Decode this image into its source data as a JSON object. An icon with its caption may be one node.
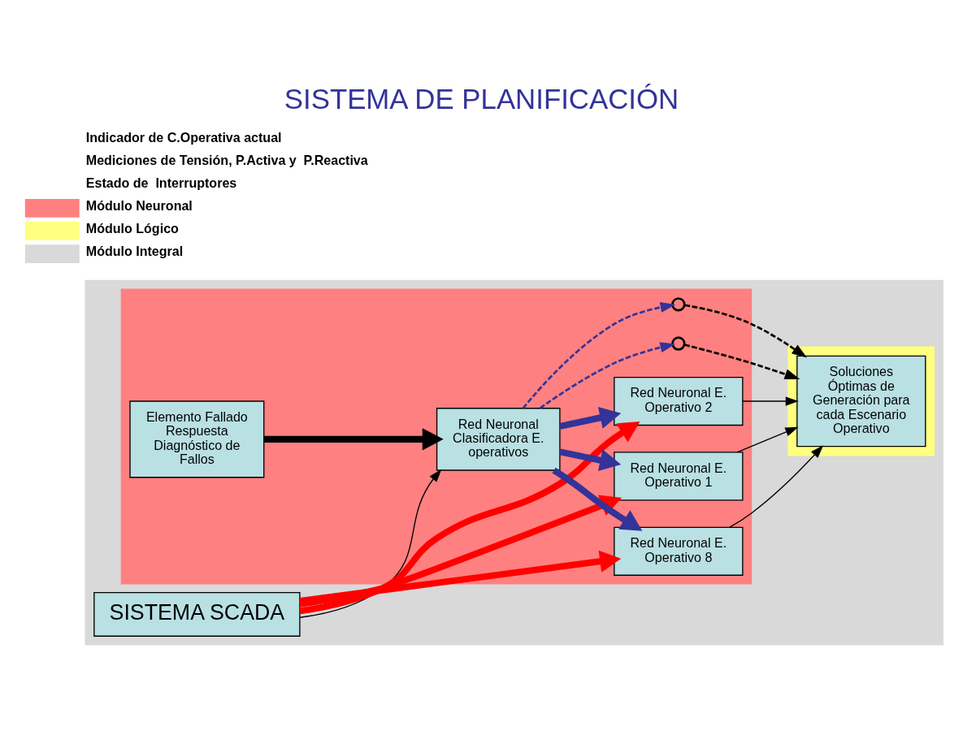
{
  "diagram": {
    "title": "SISTEMA DE PLANIFICACIÓN",
    "nodes": [
      {
        "text": [],
        "shape": "box"
      },
      {
        "text": [
          "SISTEMA SCADA"
        ],
        "in": 0
      },
      {
        "text": [],
        "shape": "box",
        "in": 0
      },
      {
        "text": [
          "Red Neuronal Clasificadora E. operativos"
        ],
        "in": 2
      },
      {
        "text": [
          "Elemento Fallado Respuesta Diagnóstico de Fallos"
        ],
        "in": 2
      },
      {
        "text": [
          "Red Neuronal E. Operativo 1"
        ],
        "in": 2
      },
      {
        "text": [
          "Red Neuronal E. Operativo 2"
        ],
        "in": 2
      },
      {
        "text": [],
        "shape": "circle",
        "in": 2
      },
      {
        "text": [],
        "shape": "circle",
        "in": 2
      },
      {
        "text": [
          "Red Neuronal E. Operativo 8"
        ],
        "in": 2
      },
      {
        "text": [],
        "shape": "box",
        "in": 0
      },
      {
        "text": [
          "Soluciones Óptimas de Generación para cada Escenario Operativo"
        ],
        "in": 10
      }
    ],
    "edges": [
      {
        "from": 1,
        "to": 3,
        "arrow": "to"
      },
      {
        "from": 1,
        "to": 5,
        "arrow": "to",
        "style": "thick",
        "color": "#ff0000"
      },
      {
        "from": 1,
        "to": 6,
        "arrow": "to",
        "style": "thick",
        "color": "#ff0000"
      },
      {
        "from": 1,
        "to": 9,
        "arrow": "to",
        "style": "thick",
        "color": "#ff0000"
      },
      {
        "from": 4,
        "to": 3,
        "arrow": "to",
        "style": "thick"
      },
      {
        "from": 3,
        "to": 5,
        "arrow": "to",
        "style": "thick",
        "color": "#333399"
      },
      {
        "from": 3,
        "to": 6,
        "arrow": "to",
        "style": "thick",
        "color": "#333399"
      },
      {
        "from": 3,
        "to": 7,
        "arrow": "to",
        "style": "dashed",
        "color": "#333399"
      },
      {
        "from": 3,
        "to": 8,
        "arrow": "to",
        "style": "dashed",
        "color": "#333399"
      },
      {
        "from": 3,
        "to": 9,
        "arrow": "to",
        "style": "thick",
        "color": "#333399"
      },
      {
        "from": 5,
        "to": 11,
        "arrow": "to"
      },
      {
        "from": 6,
        "to": 11,
        "arrow": "to"
      },
      {
        "from": 7,
        "to": 11,
        "arrow": "to",
        "style": "dashed"
      },
      {
        "from": 8,
        "to": 11,
        "arrow": "to",
        "style": "dashed"
      },
      {
        "from": 9,
        "to": 11,
        "arrow": "to"
      }
    ],
    "legend": [
      {
        "text": "Indicador de C.Operativa actual"
      },
      {
        "text": "Mediciones de Tensión, P.Activa y  P.Reactiva"
      },
      {
        "text": "Estado de  Interruptores"
      },
      {
        "text": "Módulo Neuronal",
        "color": "#ff8080"
      },
      {
        "text": "Módulo Lógico",
        "color": "#ffff80"
      },
      {
        "text": "Módulo Integral",
        "color": "#d9d9d9"
      }
    ]
  }
}
